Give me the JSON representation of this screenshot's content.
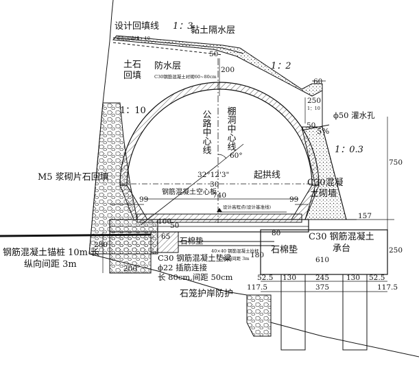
{
  "labels": {
    "design_backfill_line": "设计回填线",
    "design_backfill_slope": "1：3",
    "clay_layer": "黏土隔水层",
    "actual_backfill_line": "实际回填线",
    "actual_backfill_slope": "1：10",
    "earth_rock_1": "土石",
    "earth_rock_2": "回填",
    "waterproof_layer": "防水层",
    "c30_lining": "C30钢筋混凝土衬砌60~80cm",
    "left_slope": "1：10",
    "highway_center": "公路中心线",
    "shed_center": "棚洞中心线",
    "right_slope_top": "1：2",
    "right_small_slope": "1：10",
    "drain_hole": "ϕ50 灌水孔",
    "drain_grade": "5%",
    "right_wall_slope": "1：0.3",
    "m5_backfill": "M5 浆砌片石回填",
    "springing_line": "起拱线",
    "c30_wall_1": "C30混凝",
    "c30_wall_2": "土砌墙",
    "hollow_slab": "钢筋混凝土空心板",
    "design_elev": "设计高程点(设计基准线)",
    "asbestos_pad_left": "石棉垫",
    "asbestos_pad_right": "石棉垫",
    "c30_cushion_beam": "C30 钢筋混凝土垫梁",
    "rebar_connect": "ϕ22 插筋连接",
    "rebar_spacing": "长 80cm,间距 50cm",
    "anchor_pile_1": "钢筋混凝土锚桩 10m 长",
    "anchor_pile_2": "纵向间距 3m",
    "transverse_beam_1": "40×40 钢筋混凝土拉杆",
    "transverse_beam_2": "纵向间距 3m",
    "c30_cap_1": "C30 钢筋混凝土",
    "c30_cap_2": "承台",
    "gabion": "石笼护岸防护"
  },
  "dimensions": {
    "d50_top": "50",
    "d200": "200",
    "d60": "60",
    "d250": "250",
    "d50_mid": "50",
    "d750": "750",
    "d60deg": "60°",
    "d32deg": "32°12'3\"",
    "d30": "30",
    "d740": "740",
    "d99_left": "99",
    "d99_right": "99",
    "d157": "157",
    "d100": "100",
    "d80": "80",
    "d50_bot": "50",
    "d65": "65",
    "d280": "280",
    "d180": "180",
    "d200_bot": "200",
    "d610": "610",
    "d250_right": "250",
    "d52_5_left": "52.5",
    "d130_left": "130",
    "d245": "245",
    "d130_right": "130",
    "d52_5_right": "52.5",
    "d375": "375",
    "d117_5_left": "117.5",
    "d117_5_right": "117.5"
  }
}
